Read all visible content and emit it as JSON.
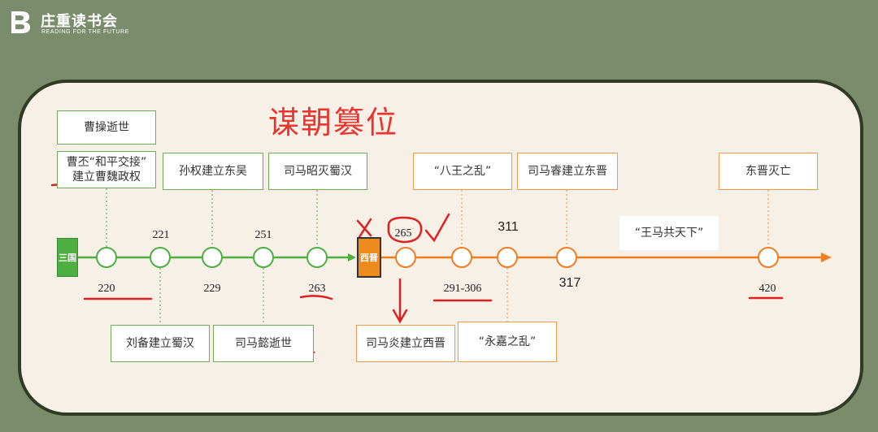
{
  "brand": {
    "name": "庄重读书会",
    "tagline": "READING FOR THE FUTURE"
  },
  "title": "谋朝篡位",
  "eras": {
    "sanguo": "三国",
    "xijin": "西晋"
  },
  "events_top": [
    {
      "id": "caocao",
      "label": "曹操逝世"
    },
    {
      "id": "caopi",
      "label": "曹丕“和平交接”\n建立曹魏政权"
    },
    {
      "id": "sunquan",
      "label": "孙权建立东吴"
    },
    {
      "id": "sima_zhao",
      "label": "司马昭灭蜀汉"
    },
    {
      "id": "bawang",
      "label": "“八王之乱”"
    },
    {
      "id": "sima_rui",
      "label": "司马睿建立东晋"
    },
    {
      "id": "dongjin_end",
      "label": "东晋灭亡"
    }
  ],
  "events_bottom": [
    {
      "id": "liubei",
      "label": "刘备建立蜀汉"
    },
    {
      "id": "sima_yi",
      "label": "司马懿逝世"
    },
    {
      "id": "sima_yan",
      "label": "司马炎建立西晋"
    },
    {
      "id": "yongjia",
      "label": "“永嘉之乱”"
    }
  ],
  "floating_label": "“王马共天下”",
  "years": {
    "y220": "220",
    "y221": "221",
    "y229": "229",
    "y251": "251",
    "y263": "263",
    "y265": "265",
    "y291": "291-306",
    "y311": "311",
    "y317": "317",
    "y420": "420"
  },
  "colors": {
    "background": "#7a8c6c",
    "slide": "#f6f0e6",
    "green_line": "#4caf3f",
    "orange_line": "#ef7d22",
    "annotation_red": "#e02020",
    "heading_red": "#e8352f"
  }
}
